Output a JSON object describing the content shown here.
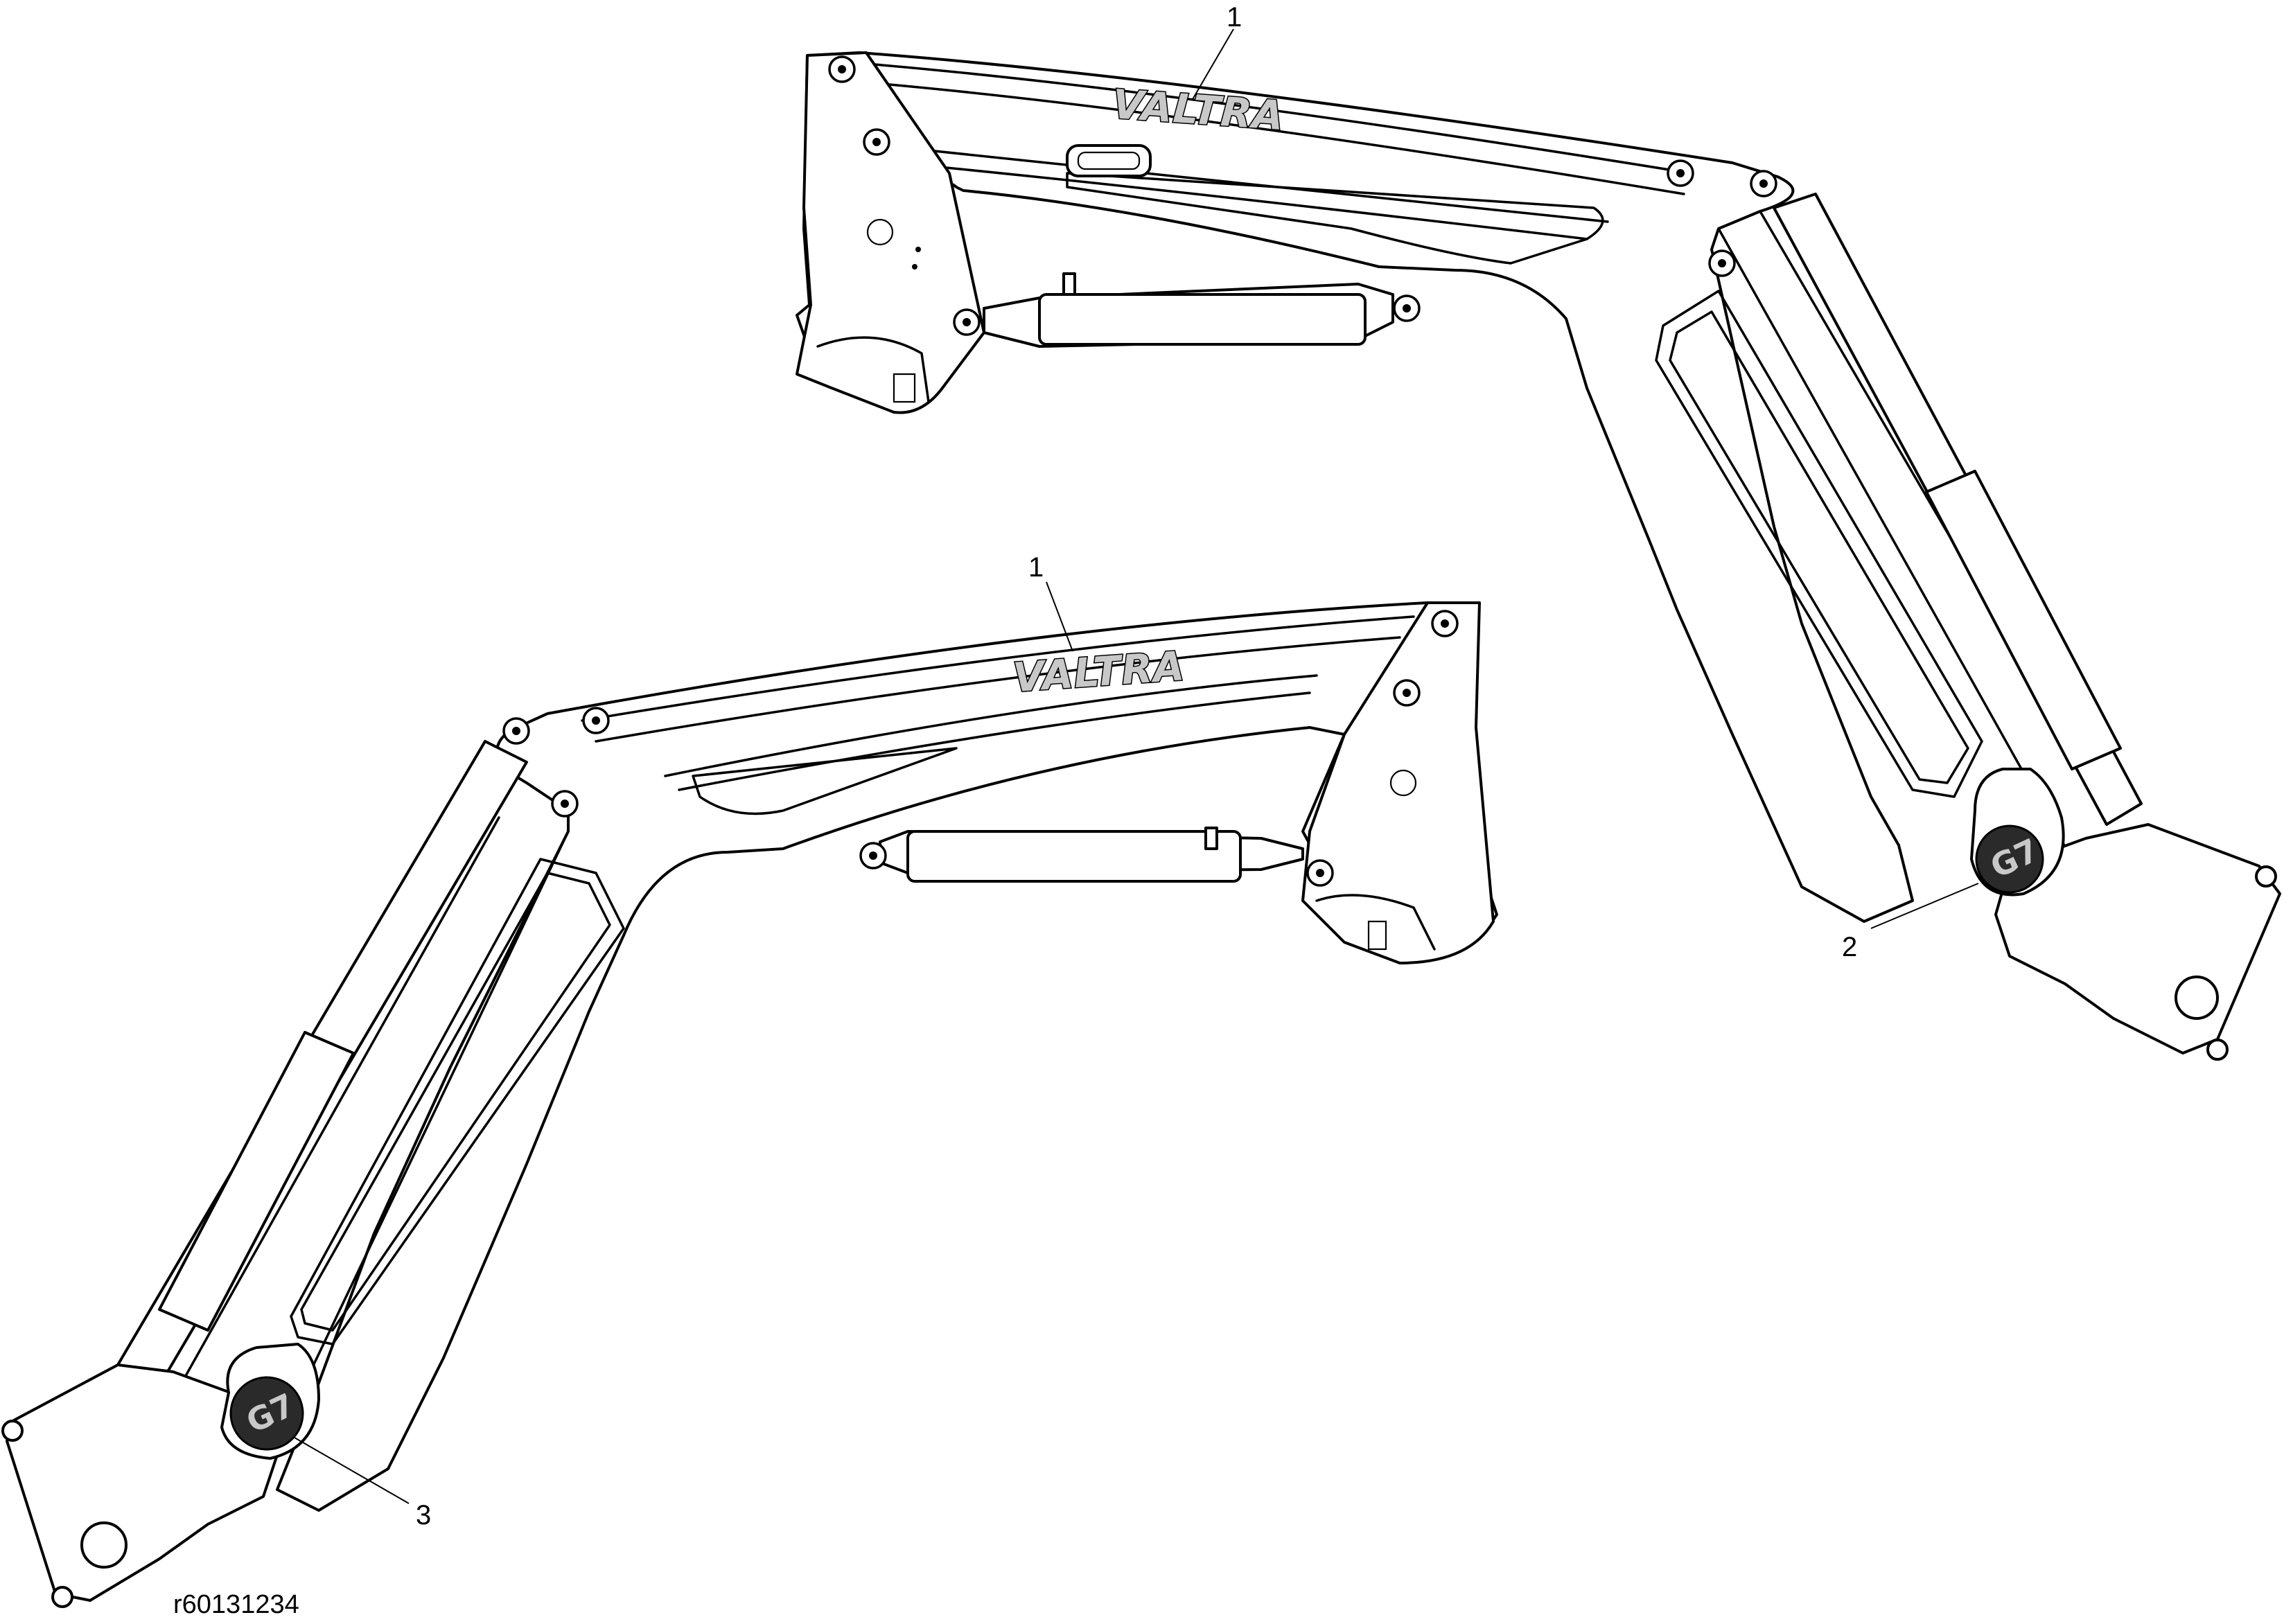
{
  "drawing": {
    "reference_code": "r60131234"
  },
  "callouts": [
    {
      "id": "1",
      "label": "1"
    },
    {
      "id": "1b",
      "label": "1"
    },
    {
      "id": "2",
      "label": "2"
    },
    {
      "id": "3",
      "label": "3"
    }
  ],
  "decals": {
    "brand_text": "VALTRA",
    "model_badge": "G7"
  },
  "colors": {
    "line": "#000000",
    "decal_fill": "#c8c8c8",
    "badge_fill": "#2a2a2a",
    "background": "#ffffff"
  }
}
